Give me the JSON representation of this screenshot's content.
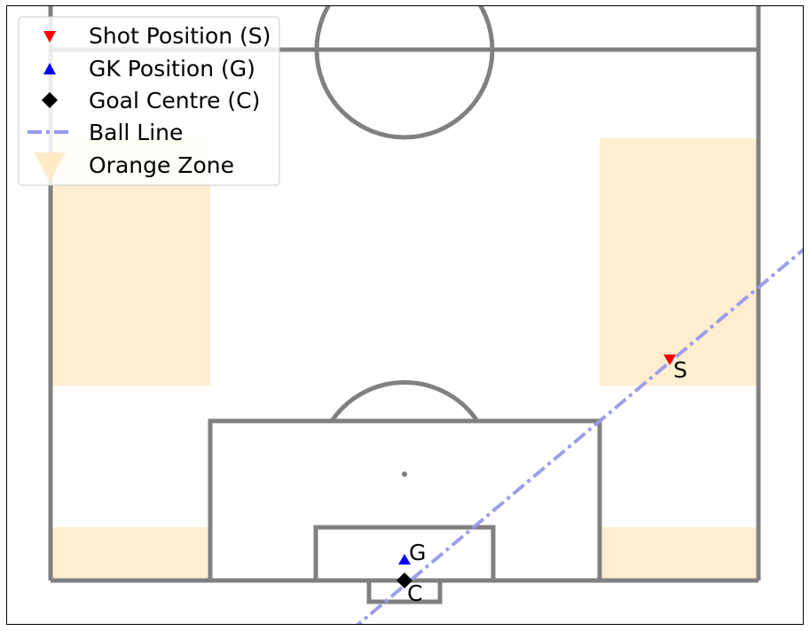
{
  "legend": {
    "items": [
      {
        "label": "Shot Position (S)",
        "marker": "triangle-down-icon",
        "color": "#ff0000"
      },
      {
        "label": "GK Position (G)",
        "marker": "triangle-up-icon",
        "color": "#0000ff"
      },
      {
        "label": "Goal Centre (C)",
        "marker": "diamond-icon",
        "color": "#000000"
      },
      {
        "label": "Ball Line",
        "marker": "dash-dot-line-icon",
        "color": "#9999ee"
      },
      {
        "label": "Orange Zone",
        "marker": "wedge-icon",
        "color": "#ffebc7"
      }
    ]
  },
  "points": {
    "shot_label": "S",
    "gk_label": "G",
    "goal_label": "C"
  },
  "colors": {
    "pitch_line": "#808080",
    "zone_fill": "#ffebc7",
    "shot": "#ff0000",
    "gk": "#0000ff",
    "goal": "#000000",
    "ball_line": "#9999ee"
  }
}
